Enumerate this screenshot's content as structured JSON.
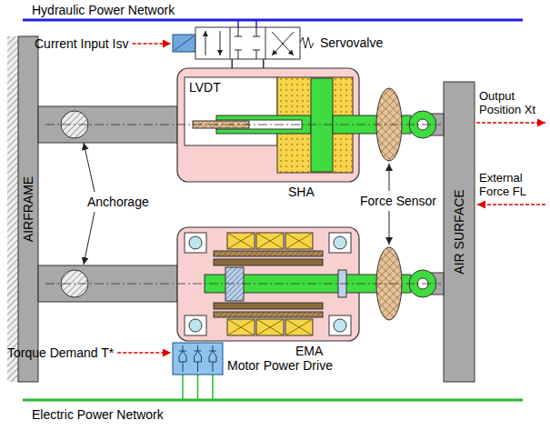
{
  "diagram": {
    "nodes": [
      {
        "text": [
          "AIRFRAME"
        ]
      },
      {
        "text": [
          "Servovalve"
        ]
      },
      {
        "text": [
          "SHA"
        ]
      },
      {
        "text": [
          "LVDT"
        ],
        "in": 2
      },
      {
        "text": [
          "EMA"
        ]
      },
      {
        "text": [
          "Motor Power Drive"
        ]
      },
      {
        "text": [
          "AIR SURFACE"
        ]
      }
    ],
    "edges": [
      {
        "from": 1,
        "to": 2,
        "arrow": "none"
      }
    ],
    "labels": [
      "Hydraulic Power Network",
      "Current Input Isv",
      "Output Position Xt",
      "Anchorage",
      "Force Sensor",
      "External Force FL",
      "Torque Demand T*",
      "Electric Power Network"
    ]
  }
}
